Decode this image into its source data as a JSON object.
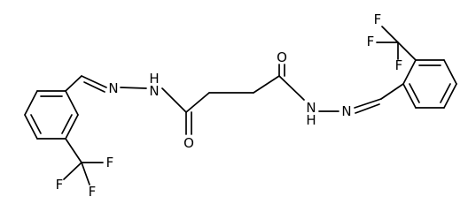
{
  "atoms": {
    "O_top": "O",
    "O_bottom": "O",
    "N_left": "N",
    "NH_left": "N",
    "H_left": "H",
    "N_right": "N",
    "NH_right": "N",
    "H_right": "H",
    "F_l1": "F",
    "F_l2": "F",
    "F_l3": "F",
    "F_r1": "F",
    "F_r2": "F",
    "F_r3": "F"
  }
}
